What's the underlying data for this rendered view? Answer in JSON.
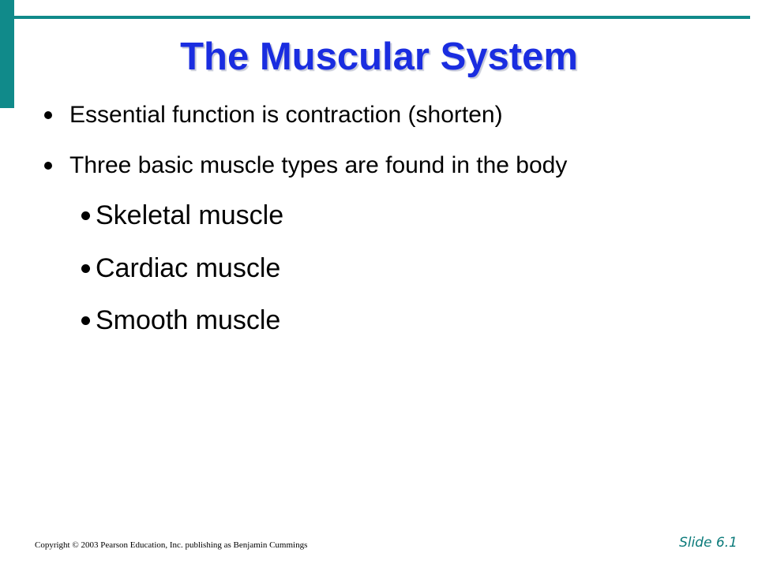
{
  "slide": {
    "title": "The Muscular System",
    "bullets": [
      {
        "level": 1,
        "text": "Essential function is contraction (shorten)"
      },
      {
        "level": 1,
        "text": "Three basic muscle types are found in the body"
      },
      {
        "level": 2,
        "text": "Skeletal muscle"
      },
      {
        "level": 2,
        "text": "Cardiac muscle"
      },
      {
        "level": 2,
        "text": "Smooth muscle"
      }
    ],
    "footer": {
      "copyright": "Copyright © 2003 Pearson Education, Inc. publishing as Benjamin Cummings",
      "slide_number": "Slide 6.1"
    }
  },
  "colors": {
    "title": "#1a2de0",
    "accent": "#108a8a",
    "slide_number": "#0b7a7a",
    "text": "#000000",
    "background": "#ffffff"
  }
}
